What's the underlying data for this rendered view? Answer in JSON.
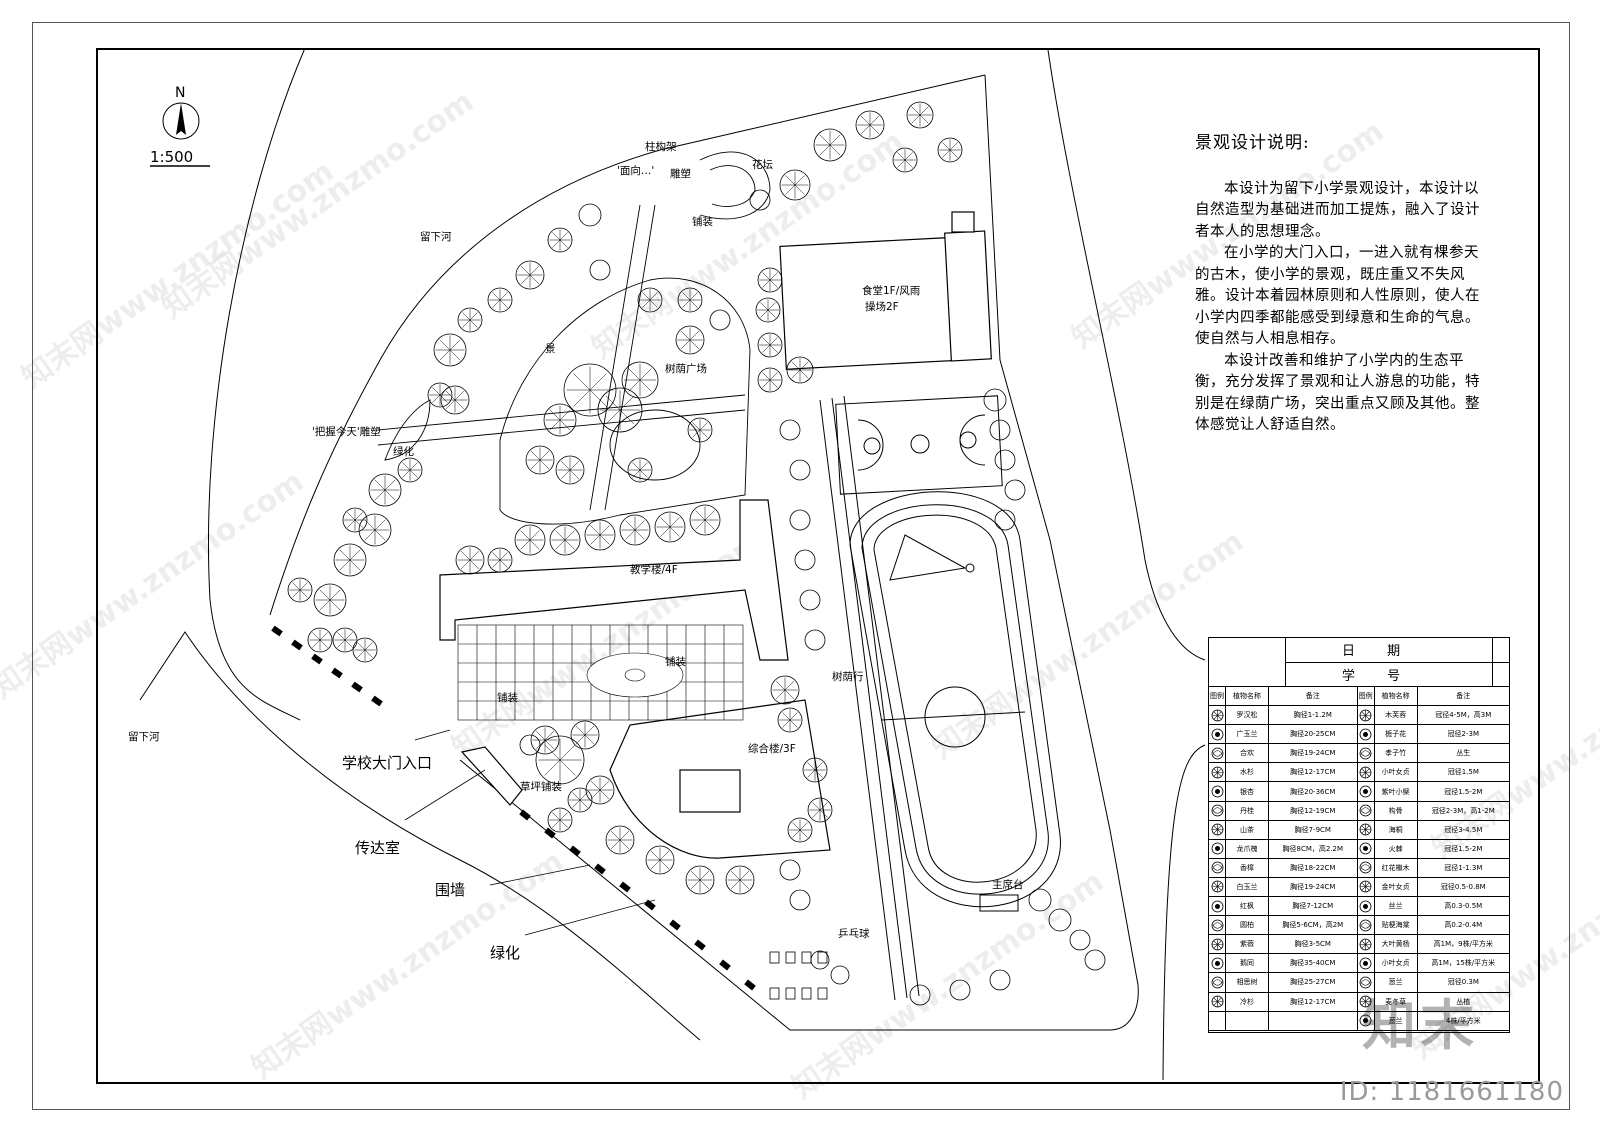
{
  "drawing": {
    "north_label": "N",
    "scale": "1:500",
    "labels": {
      "river_upper": "留下河",
      "river_lower": "留下河",
      "main_gate": "学校大门入口",
      "guard_room": "传达室",
      "wall": "围墙",
      "greenery": "绿化",
      "pergola": "柱构架",
      "sculpture_top": "雕塑",
      "sculpture_quote": "'面向…'",
      "flower_bed": "花坛",
      "paving": "铺装",
      "sculpture_left": "'把握今天'雕塑",
      "jinghua": "景",
      "green_plaza": "树荫广场",
      "canteen": "食堂1F/风雨",
      "playground_hall": "操场2F",
      "teaching": "教学楼/4F",
      "paving_center": "铺装",
      "paving_left": "铺装",
      "complex": "综合楼/3F",
      "lawn": "草坪铺装",
      "tree_row": "树荫行",
      "tribune": "主席台",
      "pingpong": "乒乓球",
      "greening_small": "绿化"
    }
  },
  "notes": {
    "title": "景观设计说明:",
    "paragraphs": [
      "本设计为留下小学景观设计，本设计以自然造型为基础进而加工提炼，融入了设计者本人的思想理念。",
      "在小学的大门入口，一进入就有棵参天的古木，使小学的景观，既庄重又不失风雅。设计本着园林原则和人性原则，使人在小学内四季都能感受到绿意和生命的气息。使自然与人相息相存。",
      "本设计改善和维护了小学内的生态平衡，充分发挥了景观和让人游息的功能，特别是在绿荫广场，突出重点又顾及其他。整体感觉让人舒适自然。"
    ]
  },
  "legend": {
    "date_label": "日 期",
    "number_label": "学 号",
    "headers": [
      "图例",
      "植物名称",
      "备注",
      "图例",
      "植物名称",
      "备注"
    ],
    "rows": [
      [
        "罗汉松",
        "胸径1-1.2M",
        "木芙蓉",
        "冠径4-5M，高3M"
      ],
      [
        "广玉兰",
        "胸径20-25CM",
        "栀子花",
        "冠径2-3M"
      ],
      [
        "合欢",
        "胸径19-24CM",
        "孝子竹",
        "丛生"
      ],
      [
        "水杉",
        "胸径12-17CM",
        "小叶女贞",
        "冠径1.5M"
      ],
      [
        "银杏",
        "胸径20-36CM",
        "紫叶小檗",
        "冠径1.5-2M"
      ],
      [
        "丹桂",
        "胸径12-19CM",
        "构骨",
        "冠径2-3M，高1-2M"
      ],
      [
        "山茶",
        "胸径7-9CM",
        "海桐",
        "冠径3-4.5M"
      ],
      [
        "龙爪槐",
        "胸径8CM，高2.2M",
        "火棘",
        "冠径1.5-2M"
      ],
      [
        "香樟",
        "胸径18-22CM",
        "红花檵木",
        "冠径1-1.3M"
      ],
      [
        "白玉兰",
        "胸径19-24CM",
        "金叶女贞",
        "冠径0.5-0.8M"
      ],
      [
        "红枫",
        "胸径7-12CM",
        "丝兰",
        "高0.3-0.5M"
      ],
      [
        "圆柏",
        "胸径5-6CM，高2M",
        "贴梗海棠",
        "高0.2-0.4M"
      ],
      [
        "紫薇",
        "胸径3-5CM",
        "大叶黄杨",
        "高1M，9株/平方米"
      ],
      [
        "鹅同",
        "胸径35-40CM",
        "小叶女贞",
        "高1M，15株/平方米"
      ],
      [
        "相思树",
        "胸径25-27CM",
        "葱兰",
        "冠径0.3M"
      ],
      [
        "冷杉",
        "胸径12-17CM",
        "麦冬草",
        "丛植"
      ],
      [
        "",
        "",
        "葱兰",
        "4株/平方米"
      ]
    ]
  },
  "watermark": "知末网www.znzmo.com",
  "logo": "知末",
  "id_text": "ID: 1181661180"
}
